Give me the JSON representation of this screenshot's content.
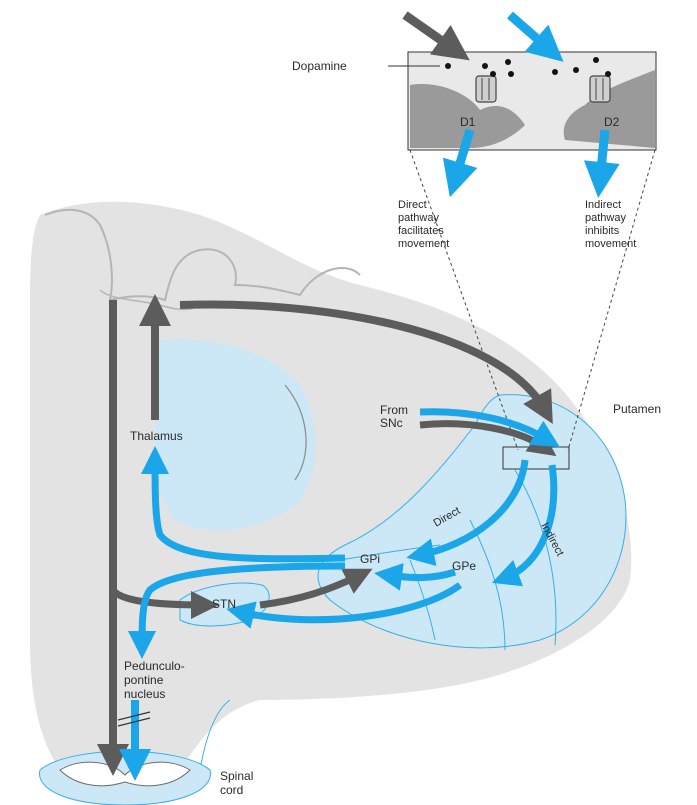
{
  "colors": {
    "blue": "#1aa6e8",
    "gray_arrow": "#5c5c5c",
    "light_blue": "#cce8f7",
    "tissue_gray": "#e3e3e3",
    "inset_gray": "#9a9a9a",
    "outline_blue": "#3aaee8"
  },
  "inset": {
    "dopamine_label": "Dopamine",
    "d1_label": "D1",
    "d2_label": "D2",
    "direct_text": [
      "Direct",
      "pathway",
      "facilitates",
      "movement"
    ],
    "indirect_text": [
      "Indirect",
      "pathway",
      "inhibits",
      "movement"
    ]
  },
  "labels": {
    "putamen": "Putamen",
    "from_snc": [
      "From",
      "SNc"
    ],
    "thalamus": "Thalamus",
    "gpi": "GPi",
    "gpe": "GPe",
    "stn": "STN",
    "direct": "Direct",
    "indirect": "Indirect",
    "ppn": [
      "Pedunculo-",
      "pontine",
      "nucleus"
    ],
    "spinal": [
      "Spinal",
      "cord"
    ]
  }
}
